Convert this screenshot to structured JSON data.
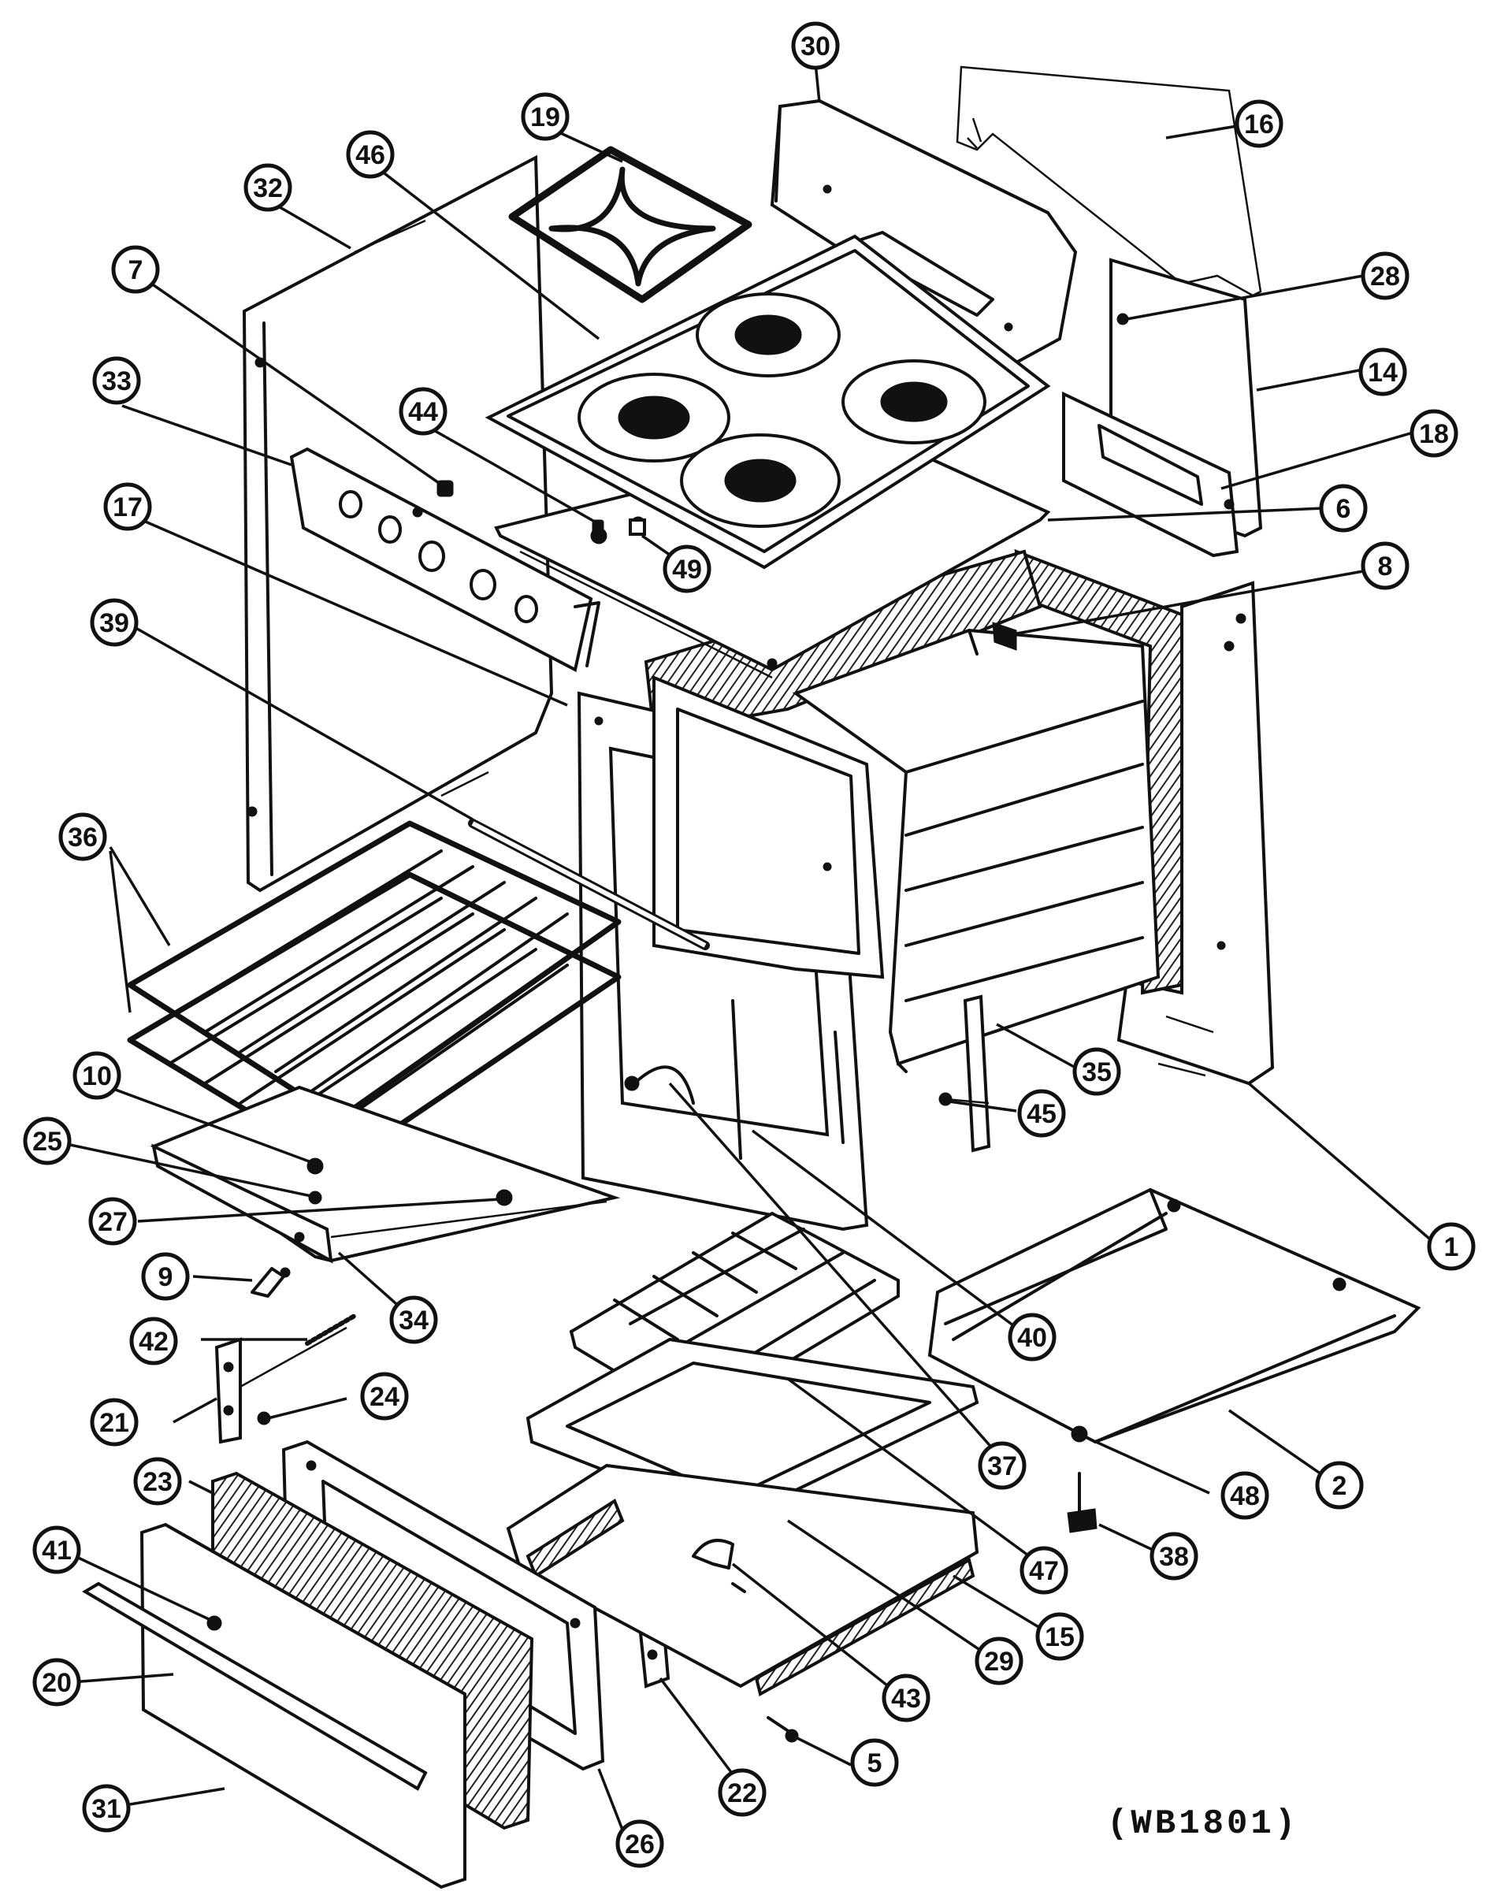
{
  "drawing_code": "(WB1801)",
  "callouts": [
    {
      "label": "30"
    },
    {
      "label": "16"
    },
    {
      "label": "19"
    },
    {
      "label": "46"
    },
    {
      "label": "32"
    },
    {
      "label": "28"
    },
    {
      "label": "7"
    },
    {
      "label": "14"
    },
    {
      "label": "33"
    },
    {
      "label": "44"
    },
    {
      "label": "18"
    },
    {
      "label": "17"
    },
    {
      "label": "6"
    },
    {
      "label": "49"
    },
    {
      "label": "8"
    },
    {
      "label": "39"
    },
    {
      "label": "36"
    },
    {
      "label": "35"
    },
    {
      "label": "10"
    },
    {
      "label": "45"
    },
    {
      "label": "25"
    },
    {
      "label": "27"
    },
    {
      "label": "1"
    },
    {
      "label": "9"
    },
    {
      "label": "34"
    },
    {
      "label": "40"
    },
    {
      "label": "42"
    },
    {
      "label": "24"
    },
    {
      "label": "21"
    },
    {
      "label": "37"
    },
    {
      "label": "2"
    },
    {
      "label": "48"
    },
    {
      "label": "23"
    },
    {
      "label": "47"
    },
    {
      "label": "38"
    },
    {
      "label": "41"
    },
    {
      "label": "15"
    },
    {
      "label": "29"
    },
    {
      "label": "20"
    },
    {
      "label": "43"
    },
    {
      "label": "5"
    },
    {
      "label": "22"
    },
    {
      "label": "31"
    },
    {
      "label": "26"
    }
  ]
}
